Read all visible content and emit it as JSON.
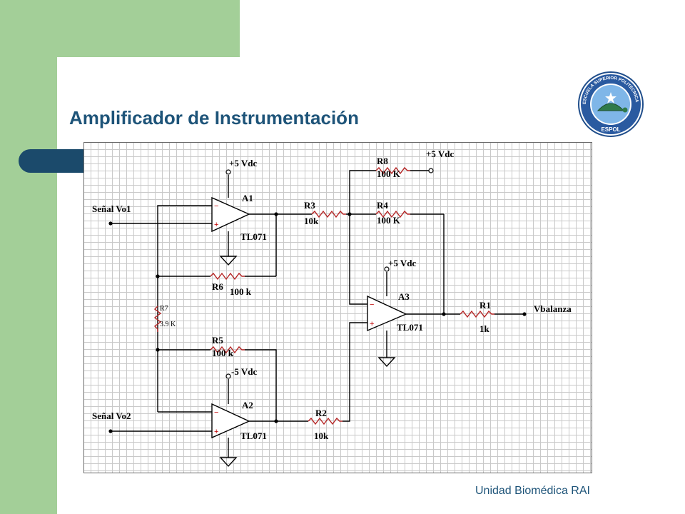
{
  "slide": {
    "title": "Amplificador de Instrumentación",
    "footer": "Unidad Biomédica RAI",
    "colors": {
      "green": "#a3cf98",
      "navy": "#1b4a6b",
      "title": "#1e5479"
    }
  },
  "logo": {
    "ring_text": "ESCUELA SUPERIOR POLITECNICA DEL LITORAL",
    "bottom_text": "ESPOL",
    "icon": "turtle-star-icon"
  },
  "schematic": {
    "inputs": [
      "Señal Vo1",
      "Señal Vo2"
    ],
    "output": "Vbalanza",
    "opamps": [
      {
        "ref": "A1",
        "model": "TL071",
        "supply": "+5 Vdc"
      },
      {
        "ref": "A2",
        "model": "TL071",
        "supply": "-5 Vdc"
      },
      {
        "ref": "A3",
        "model": "TL071",
        "supply": "+5 Vdc"
      }
    ],
    "resistors": [
      {
        "ref": "R1",
        "value": "1k"
      },
      {
        "ref": "R2",
        "value": "10k"
      },
      {
        "ref": "R3",
        "value": "10k"
      },
      {
        "ref": "R4",
        "value": "100 K"
      },
      {
        "ref": "R5",
        "value": "100 k"
      },
      {
        "ref": "R6",
        "value": "100 k"
      },
      {
        "ref": "R7",
        "value": "3.9 K"
      },
      {
        "ref": "R8",
        "value": "100 K"
      }
    ],
    "r8_supply": "+5 Vdc",
    "pin_minus": "−",
    "pin_plus": "+"
  }
}
